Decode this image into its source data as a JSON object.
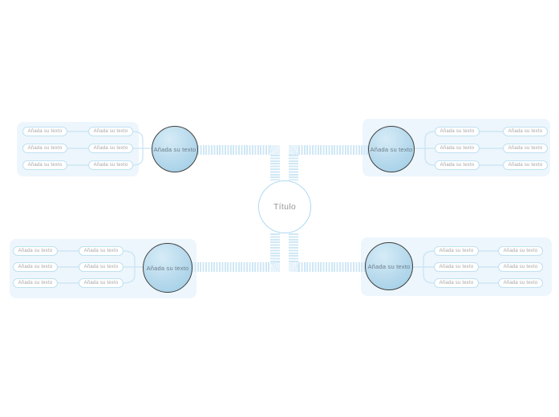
{
  "center": {
    "label": "Título"
  },
  "branches": [
    {
      "id": "top-left",
      "label": "Añada su texto",
      "children": [
        {
          "label": "Añada su texto",
          "sub": "Añada su texto"
        },
        {
          "label": "Añada su texto",
          "sub": "Añada su texto"
        },
        {
          "label": "Añada su texto",
          "sub": "Añada su texto"
        }
      ]
    },
    {
      "id": "top-right",
      "label": "Añada su texto",
      "children": [
        {
          "label": "Añada su texto",
          "sub": "Añada su texto"
        },
        {
          "label": "Añada su texto",
          "sub": "Añada su texto"
        },
        {
          "label": "Añada su texto",
          "sub": "Añada su texto"
        }
      ]
    },
    {
      "id": "bottom-left",
      "label": "Añada su texto",
      "children": [
        {
          "label": "Añada su texto",
          "sub": "Añada su texto"
        },
        {
          "label": "Añada su texto",
          "sub": "Añada su texto"
        },
        {
          "label": "Añada su texto",
          "sub": "Añada su texto"
        }
      ]
    },
    {
      "id": "bottom-right",
      "label": "Añada su texto",
      "children": [
        {
          "label": "Añada su texto",
          "sub": "Añada su texto"
        },
        {
          "label": "Añada su texto",
          "sub": "Añada su texto"
        },
        {
          "label": "Añada su texto",
          "sub": "Añada su texto"
        }
      ]
    }
  ],
  "colors": {
    "canvas_bg": "#ffffff",
    "panel_bg": "#edf6fc",
    "pill_border": "#bfe1f2",
    "pill_text": "#a5a5a5",
    "branch_fill_light": "#d6ecf7",
    "branch_fill_dark": "#9ccce5",
    "branch_border": "#404040",
    "branch_text": "#6e7e8b",
    "center_border": "#b0daf0",
    "center_text": "#979797",
    "connector_line": "#c8e3f3",
    "ribbon_stripe": "#cfe7f5"
  }
}
